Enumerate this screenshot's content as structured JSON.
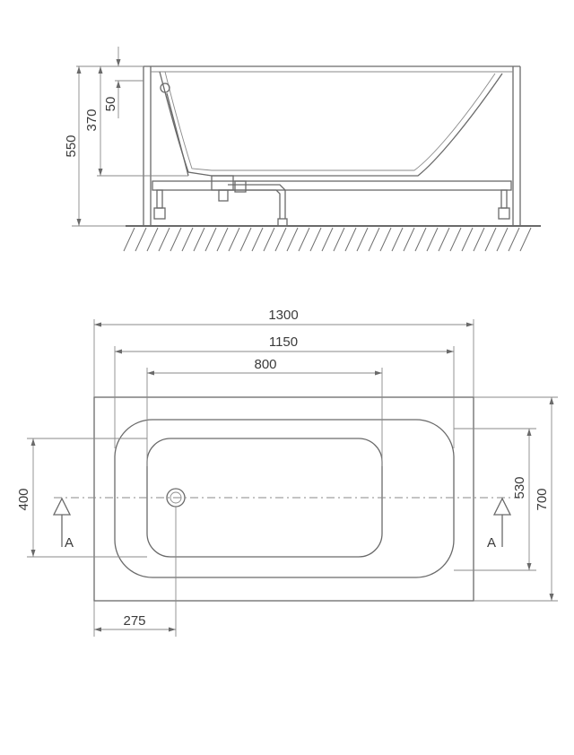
{
  "side_view": {
    "dim_total_height": "550",
    "dim_bottom_height": "370",
    "dim_rim": "50"
  },
  "top_view": {
    "dim_overall_length": "1300",
    "dim_inner_length": "1150",
    "dim_floor_length": "800",
    "dim_inner_width": "530",
    "dim_overall_width": "700",
    "dim_floor_width": "400",
    "dim_drain_offset": "275",
    "section_label_left": "A",
    "section_label_right": "A"
  }
}
